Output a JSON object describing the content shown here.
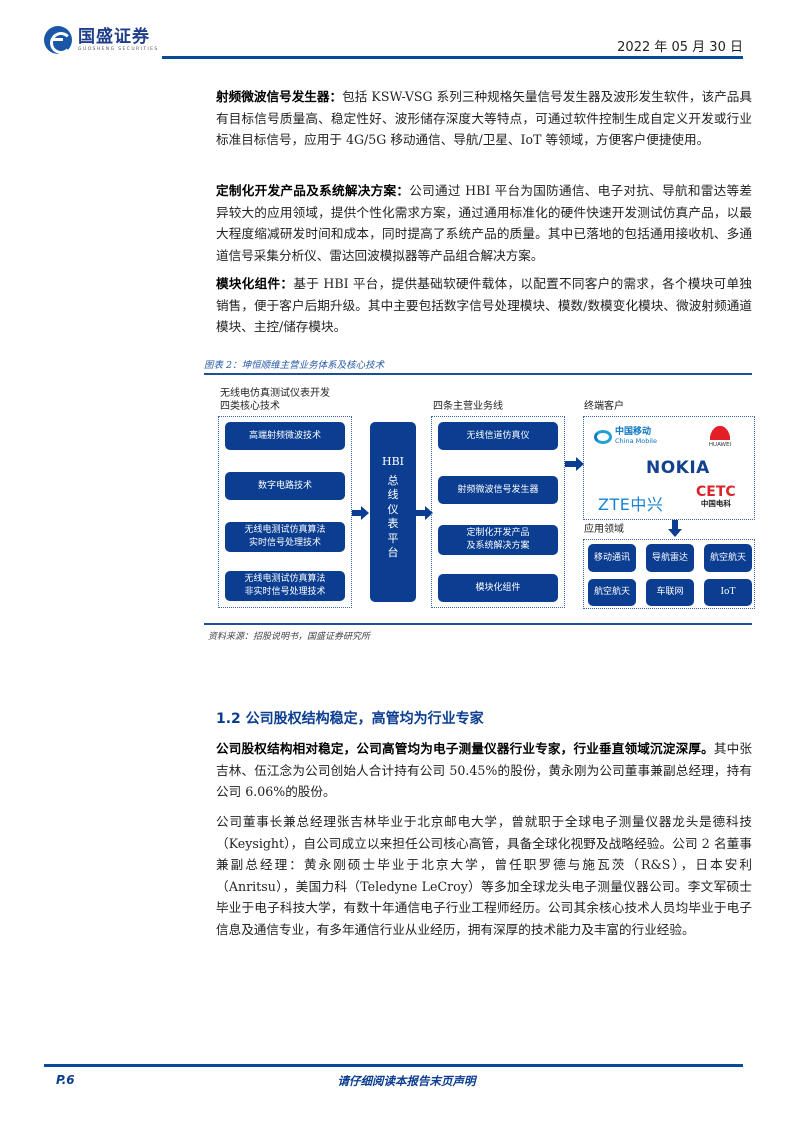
{
  "header": {
    "logo_cn": "国盛证券",
    "logo_en": "GUOSHENG SECURITIES",
    "date": "2022 年 05 月 30 日"
  },
  "paragraphs": [
    {
      "lead": "射频微波信号发生器：",
      "text": "包括 KSW-VSG 系列三种规格矢量信号发生器及波形发生软件，该产品具有目标信号质量高、稳定性好、波形储存深度大等特点，可通过软件控制生成自定义开发或行业标准目标信号，应用于 4G/5G 移动通信、导航/卫星、IoT 等领域，方便客户便捷使用。"
    },
    {
      "lead": "定制化开发产品及系统解决方案：",
      "text": "公司通过 HBI 平台为国防通信、电子对抗、导航和雷达等差异较大的应用领域，提供个性化需求方案，通过通用标准化的硬件快速开发测试仿真产品，以最大程度缩减研发时间和成本，同时提高了系统产品的质量。其中已落地的包括通用接收机、多通道信号采集分析仪、雷达回波模拟器等产品组合解决方案。"
    },
    {
      "lead": "模块化组件：",
      "text": "基于 HBI 平台，提供基础软硬件载体，以配置不同客户的需求，各个模块可单独销售，便于客户后期升级。其中主要包括数字信号处理模块、模数/数模变化模块、微波射频通道模块、主控/储存模块。"
    }
  ],
  "figure": {
    "title": "图表 2：坤恒顺维主营业务体系及核心技术",
    "core_tech": {
      "label_line1": "无线电仿真测试仪表开发",
      "label_line2": "四类核心技术",
      "items": [
        "高端射频微波技术",
        "数字电路技术",
        "无线电测试仿真算法\n实时信号处理技术",
        "无线电测试仿真算法\n非实时信号处理技术"
      ]
    },
    "hbi": {
      "title": "HBI",
      "chars": [
        "总",
        "线",
        "仪",
        "表",
        "平",
        "台"
      ]
    },
    "business_lines": {
      "label": "四条主营业务线",
      "items": [
        "无线信道仿真仪",
        "射频微波信号发生器",
        "定制化开发产品\n及系统解决方案",
        "模块化组件"
      ]
    },
    "customers": {
      "label": "终端客户",
      "logos": {
        "china_mobile_cn": "中国移动",
        "china_mobile_en": "China Mobile",
        "huawei": "HUAWEI",
        "nokia": "NOKIA",
        "zte": "ZTE中兴",
        "cetc_en": "CETC",
        "cetc_cn": "中国电科"
      }
    },
    "applications": {
      "label": "应用领域",
      "items": [
        "移动通讯",
        "导航雷达",
        "航空航天",
        "航空航天",
        "车联网",
        "IoT"
      ]
    },
    "source": "资料来源：招股说明书，国盛证券研究所"
  },
  "section": {
    "title": "1.2  公司股权结构稳定，高管均为行业专家",
    "lead_bold": "公司股权结构相对稳定，公司高管均为电子测量仪器行业专家，行业垂直领域沉淀深厚。",
    "p1": "其中张吉林、伍江念为公司创始人合计持有公司 50.45%的股份，黄永刚为公司董事兼副总经理，持有公司 6.06%的股份。",
    "p2": "公司董事长兼总经理张吉林毕业于北京邮电大学，曾就职于全球电子测量仪器龙头是德科技（Keysight），自公司成立以来担任公司核心高管，具备全球化视野及战略经验。公司 2 名董事兼副总经理：黄永刚硕士毕业于北京大学，曾任职罗德与施瓦茨（R&S），日本安利（Anritsu），美国力科（Teledyne LeCroy）等多加全球龙头电子测量仪器公司。李文军硕士毕业于电子科技大学，有数十年通信电子行业工程师经历。公司其余核心技术人员均毕业于电子信息及通信专业，有多年通信行业从业经历，拥有深厚的技术能力及丰富的行业经验。"
  },
  "footer": {
    "page": "P.6",
    "note": "请仔细阅读本报告末页声明"
  }
}
